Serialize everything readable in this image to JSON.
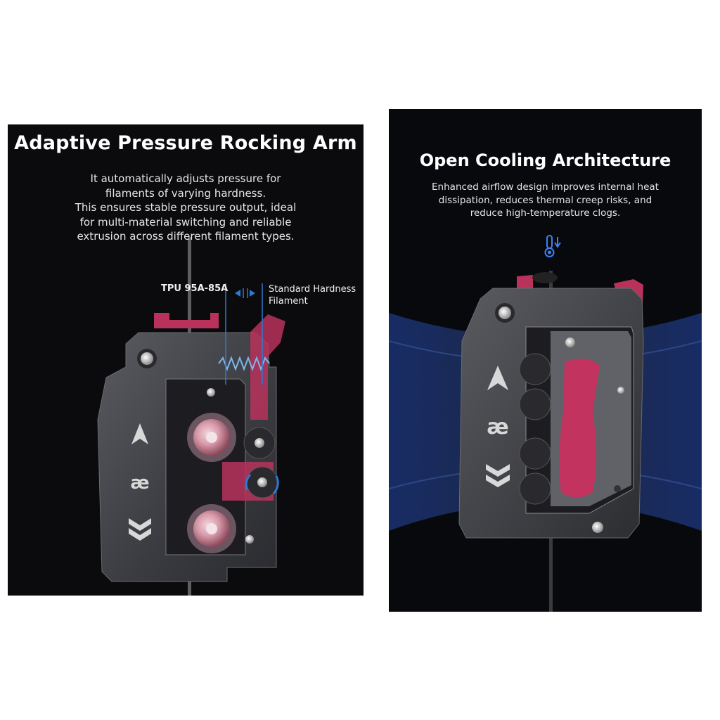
{
  "left_panel": {
    "title": "Adaptive Pressure Rocking Arm",
    "description_lines": [
      "It automatically adjusts pressure for",
      "filaments of varying hardness.",
      "This ensures stable pressure output, ideal",
      "for multi-material switching and reliable",
      "extrusion across different filament types."
    ],
    "callout_left": "TPU 95A-85A",
    "callout_right_lines": [
      "Standard Hardness",
      "Filament"
    ]
  },
  "right_panel": {
    "title": "Open Cooling Architecture",
    "description_lines": [
      "Enhanced airflow design improves internal heat",
      "dissipation, reduces thermal creep risks, and",
      "reduce high-temperature clogs."
    ],
    "icon": "thermometer-down-icon"
  },
  "colors": {
    "background": "#0b0b0e",
    "accent_pink": "#c2345f",
    "metal": "#4a4b50",
    "callout_blue": "#2e78d6",
    "airflow_blue": "#1e3a8a"
  }
}
